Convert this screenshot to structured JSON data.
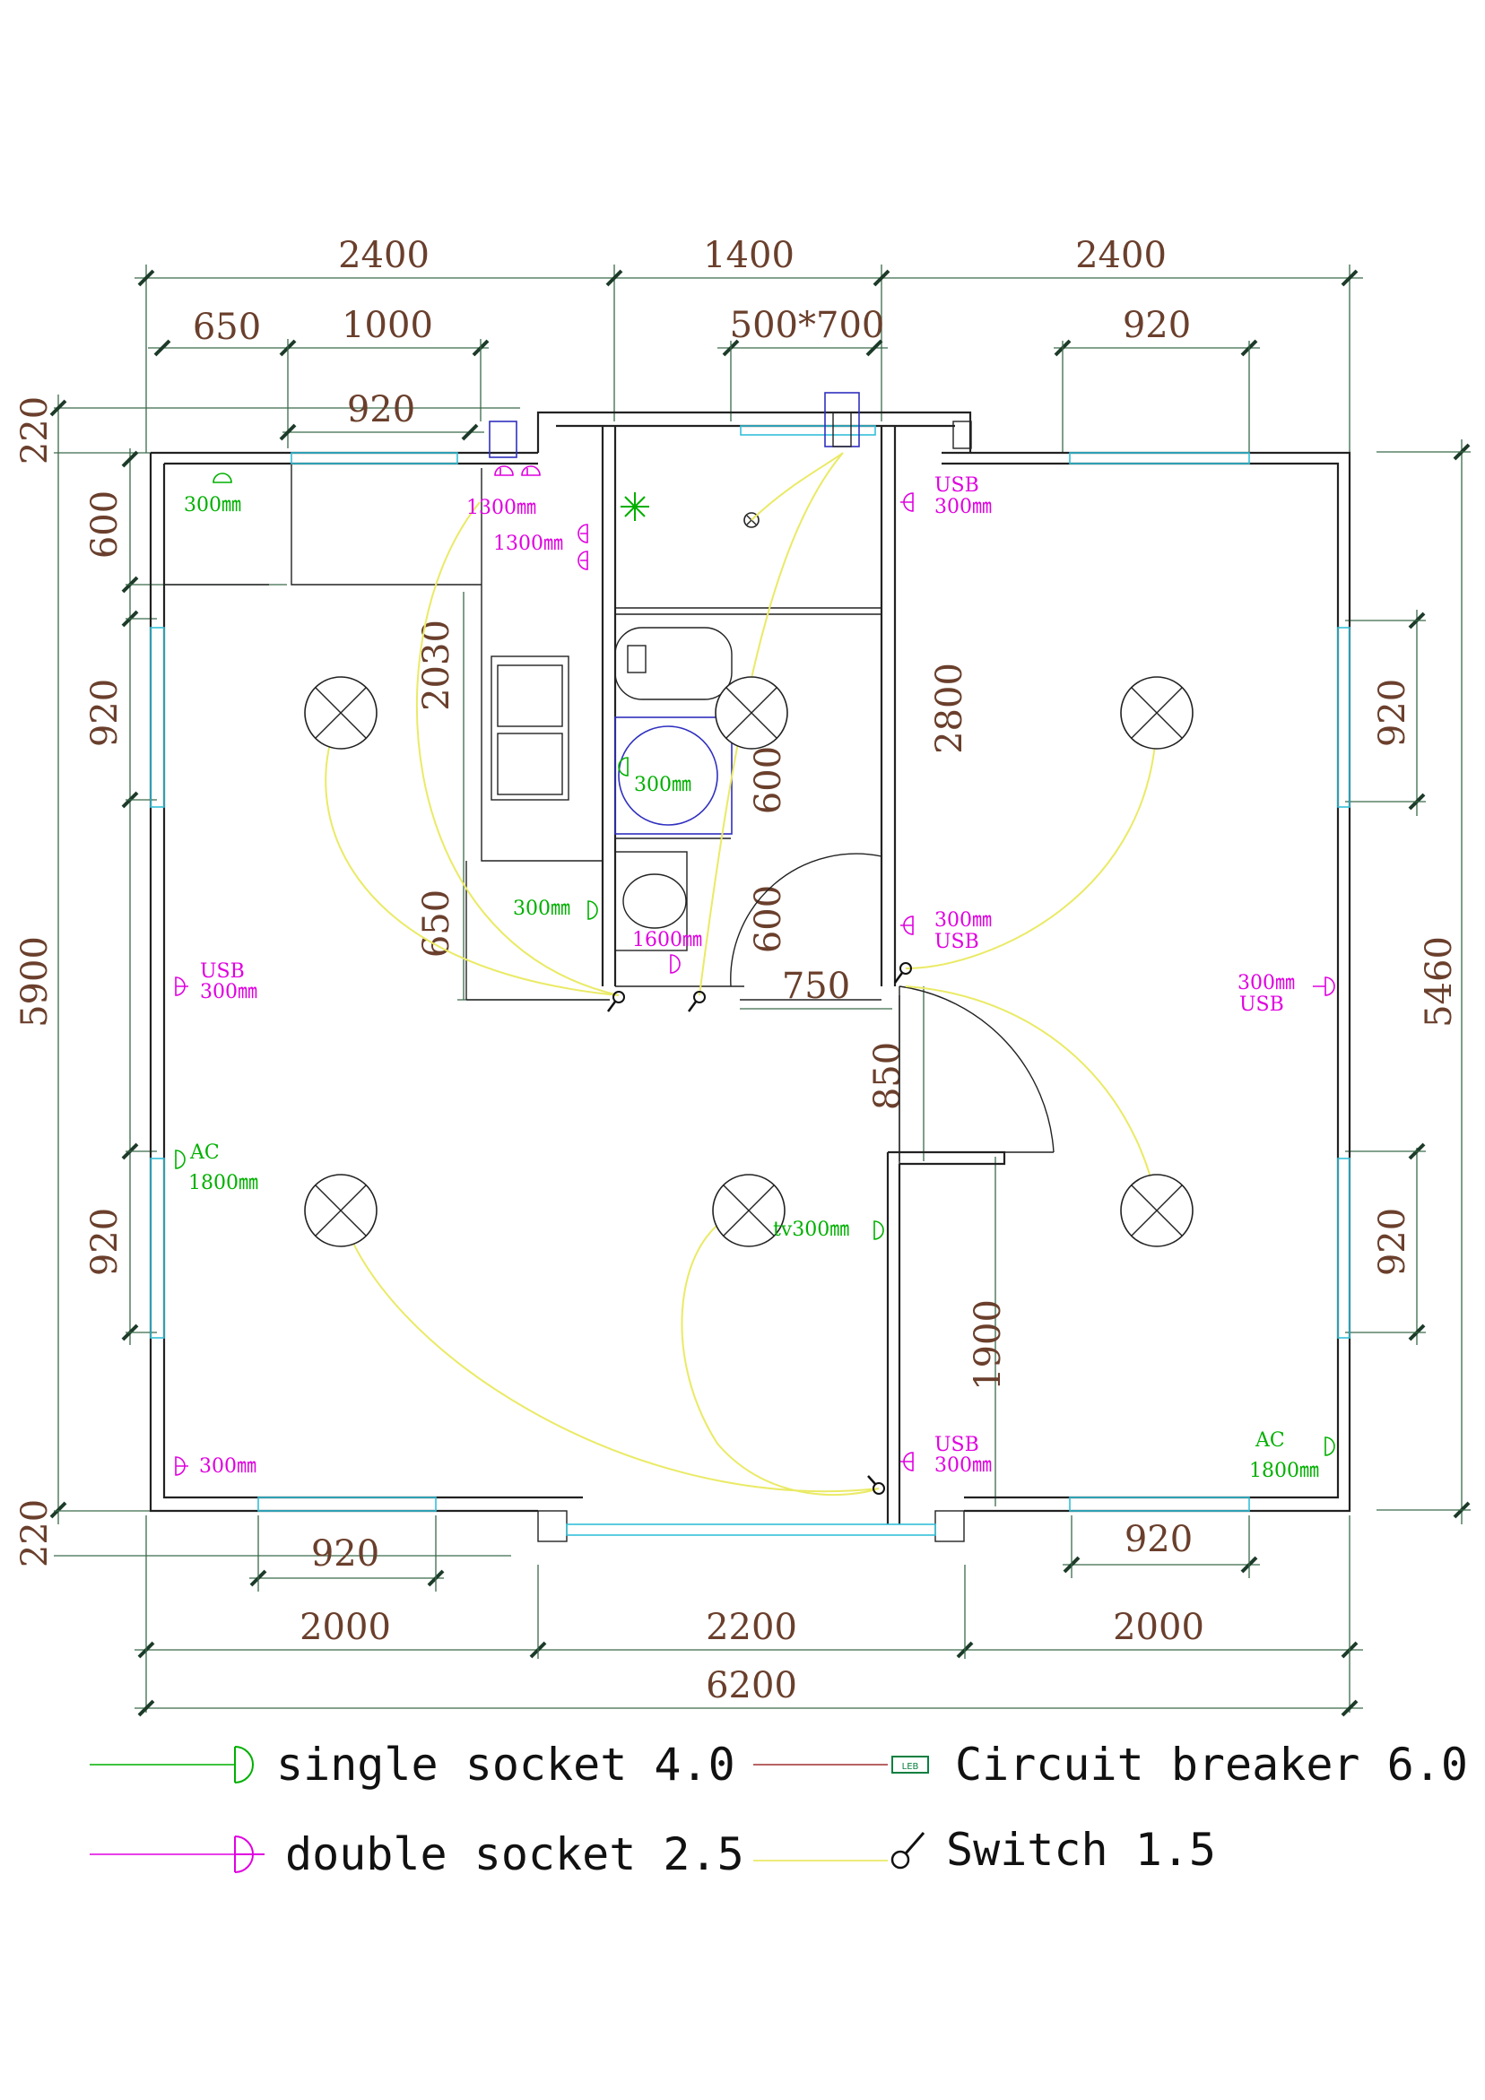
{
  "dimensions": {
    "top_total": [
      "2400",
      "1400",
      "2400"
    ],
    "top_sub": [
      "650",
      "1000",
      "500*700",
      "920"
    ],
    "top_win": "920",
    "left_total": "5900",
    "left_parts": [
      "220",
      "600",
      "920",
      "920",
      "220"
    ],
    "right_total": "5460",
    "right_parts": [
      "920",
      "920"
    ],
    "bottom_win": [
      "920",
      "920"
    ],
    "bottom_parts": [
      "2000",
      "2200",
      "2000"
    ],
    "bottom_total": "6200",
    "interior": [
      "2030",
      "650",
      "2800",
      "600",
      "600",
      "750",
      "850",
      "1900"
    ]
  },
  "sockets": {
    "kitchen_top": "300㎜",
    "kitchen_1300a": "1300㎜",
    "kitchen_1300b": "1300㎜",
    "bath_300": "300㎜",
    "washroom_300": "300㎜",
    "basin_1600": "1600㎜",
    "left_usb": "USB",
    "left_usb_h": "300㎜",
    "ac_left": "AC",
    "ac_left_h": "1800㎜",
    "left_bottom": "300㎜",
    "tv": "tv300㎜",
    "right_top_usb": "USB",
    "right_top_usb_h": "300㎜",
    "right_mid_h": "300㎜",
    "right_mid_usb": "USB",
    "right_wall_h": "300㎜",
    "right_wall_usb": "USB",
    "right_bottom_usb": "USB",
    "right_bottom_usb_h": "300㎜",
    "ac_right": "AC",
    "ac_right_h": "1800㎜"
  },
  "legend": {
    "single": "single socket 4.0",
    "breaker": "Circuit breaker 6.0",
    "breaker_tag": "LEB",
    "double": "double socket 2.5",
    "switch": "Switch 1.5"
  },
  "colors": {
    "dimension_text": "#6a3f2c",
    "double_socket": "#e000e0",
    "single_socket": "#00b000",
    "switch_wire": "#eaea66",
    "breaker_wire": "#a03030",
    "window": "#33c0d8"
  },
  "icons": [
    "lamp-icon",
    "single-socket-icon",
    "double-socket-icon",
    "switch-icon",
    "circuit-breaker-icon",
    "exhaust-fan-icon"
  ]
}
